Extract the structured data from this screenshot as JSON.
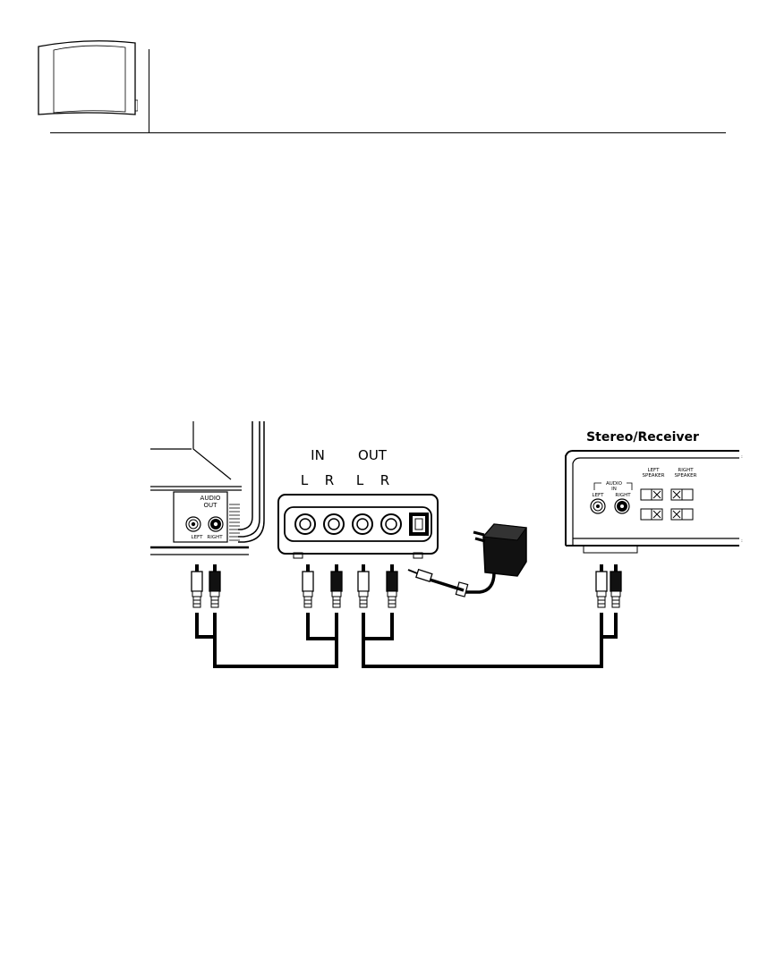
{
  "diagram": {
    "adapter": {
      "in_label": "IN",
      "out_label": "OUT",
      "in_left": "L",
      "in_right": "R",
      "out_left": "L",
      "out_right": "R"
    },
    "tv": {
      "panel_label_line1": "AUDIO",
      "panel_label_line2": "OUT",
      "jack_left": "LEFT",
      "jack_right": "RIGHT"
    },
    "receiver": {
      "title": "Stereo/Receiver",
      "audio_label": "AUDIO",
      "in_label": "IN",
      "jack_left": "LEFT",
      "jack_right": "RIGHT",
      "left_speaker_line1": "LEFT",
      "left_speaker_line2": "SPEAKER",
      "right_speaker_line1": "RIGHT",
      "right_speaker_line2": "SPEAKER"
    }
  }
}
